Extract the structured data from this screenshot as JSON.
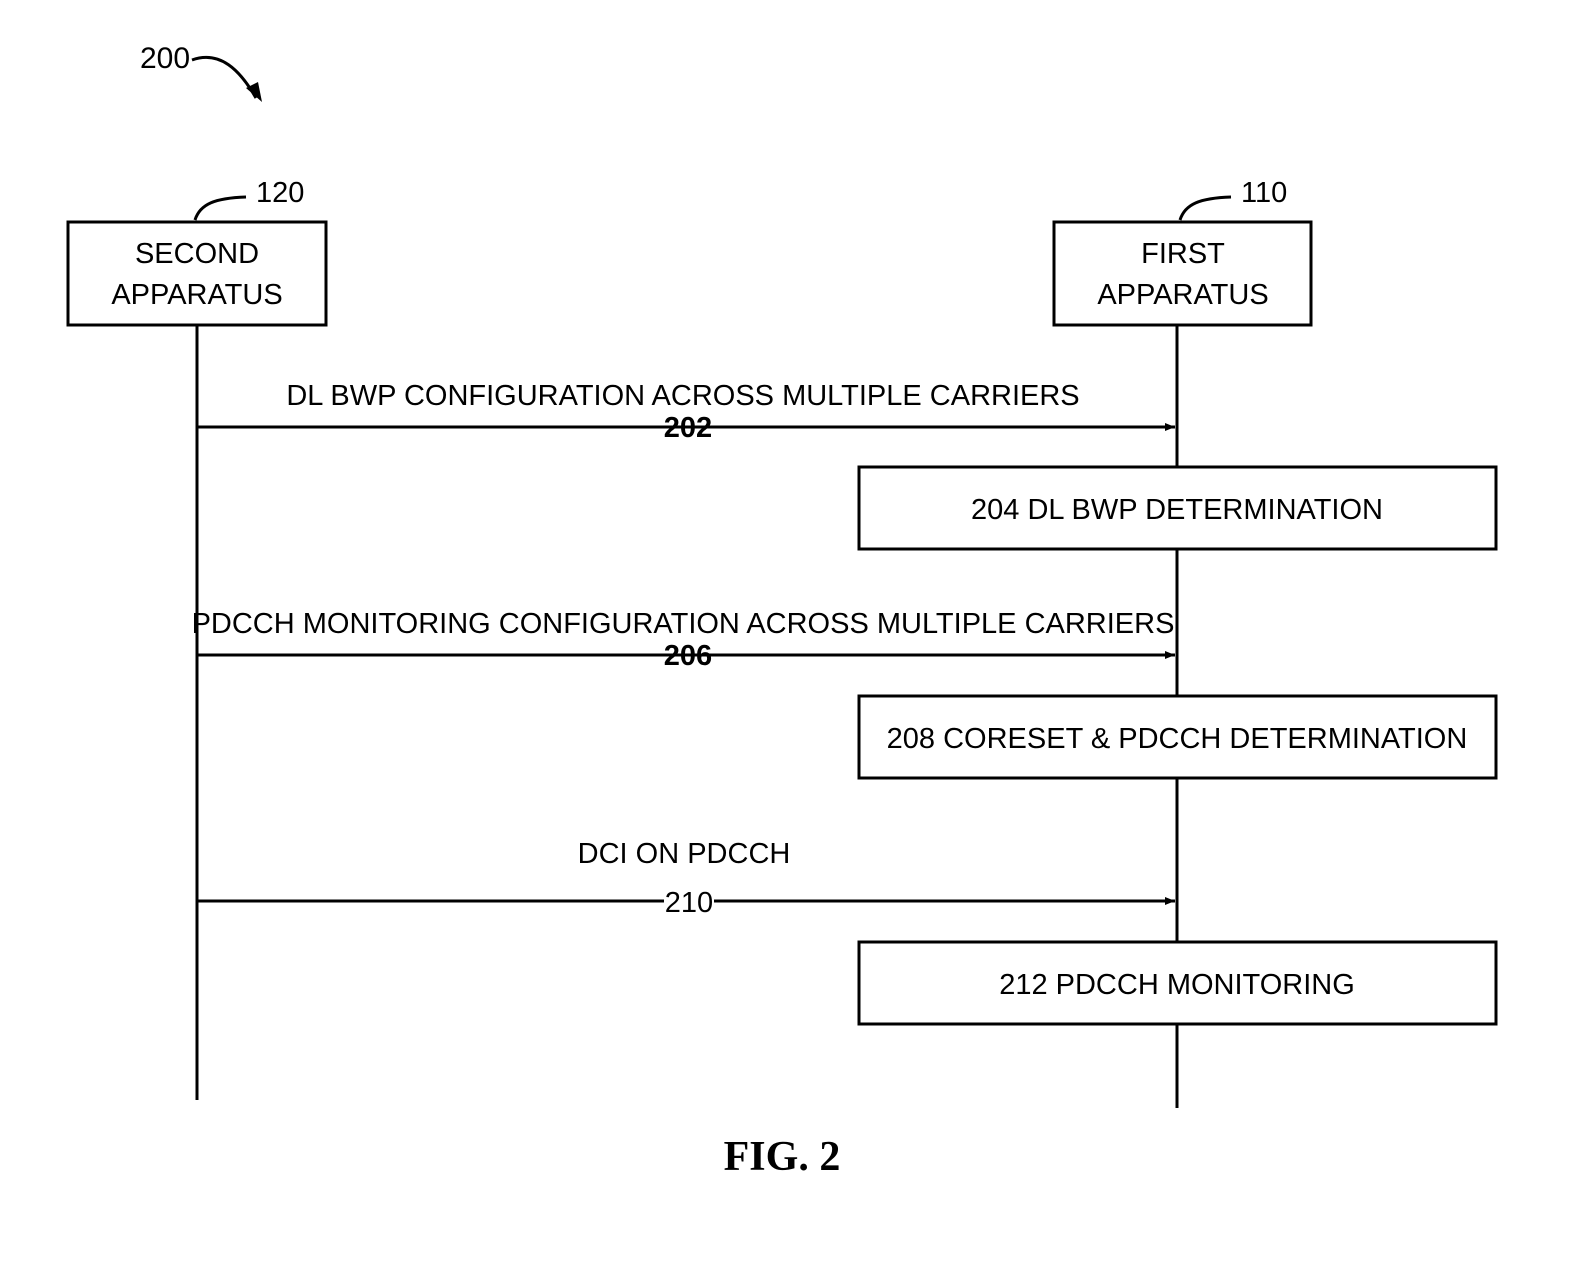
{
  "diagram": {
    "figure_ref": "200",
    "caption": "FIG. 2",
    "colors": {
      "ink": "#000000",
      "paper": "#ffffff"
    },
    "participants": {
      "second": {
        "ref": "120",
        "line1": "SECOND",
        "line2": "APPARATUS"
      },
      "first": {
        "ref": "110",
        "line1": "FIRST",
        "line2": "APPARATUS"
      }
    },
    "messages": [
      {
        "label": "DL BWP CONFIGURATION ACROSS MULTIPLE CARRIERS",
        "ref": "202"
      },
      {
        "label": "PDCCH MONITORING CONFIGURATION ACROSS MULTIPLE CARRIERS",
        "ref": "206"
      },
      {
        "label": "DCI ON PDCCH",
        "ref": "210"
      }
    ],
    "steps": [
      {
        "label": "204 DL BWP DETERMINATION"
      },
      {
        "label": "208 CORESET & PDCCH DETERMINATION"
      },
      {
        "label": "212 PDCCH MONITORING"
      }
    ]
  }
}
